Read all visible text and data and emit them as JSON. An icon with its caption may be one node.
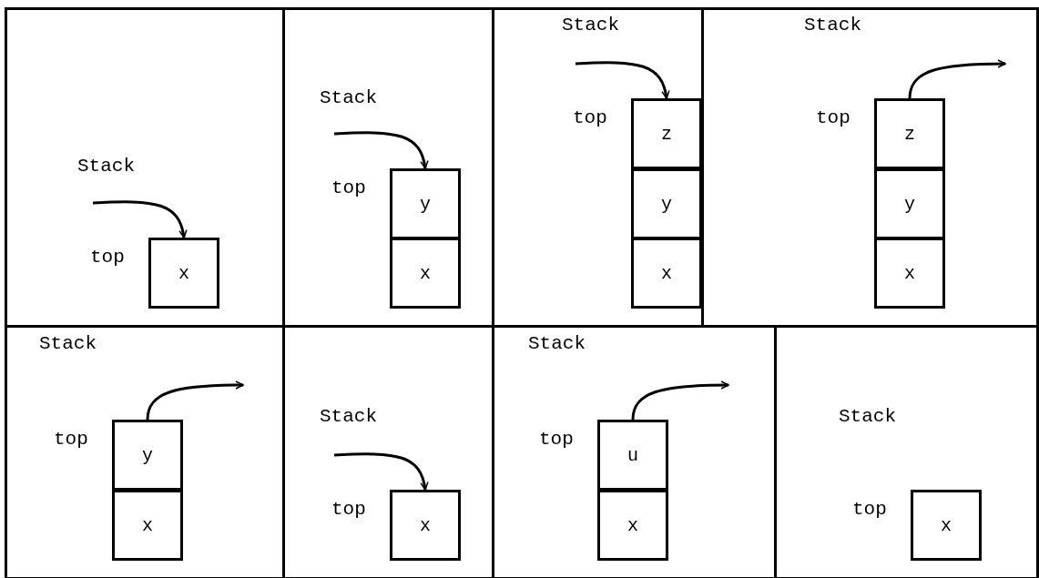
{
  "diagram": {
    "nodes": [
      {
        "text": [
          "Stack"
        ]
      },
      {
        "text": [
          "x"
        ],
        "in": 0,
        "beside": [
          "top"
        ]
      },
      {
        "text": [
          "Stack"
        ]
      },
      {
        "text": [
          "y"
        ],
        "in": 2,
        "beside": [
          "top"
        ]
      },
      {
        "text": [
          "x"
        ],
        "in": 2
      },
      {
        "text": [
          "Stack"
        ]
      },
      {
        "text": [
          "z"
        ],
        "in": 5,
        "beside": [
          "top"
        ]
      },
      {
        "text": [
          "y"
        ],
        "in": 5
      },
      {
        "text": [
          "x"
        ],
        "in": 5
      },
      {
        "text": [
          "Stack"
        ]
      },
      {
        "text": [
          "z"
        ],
        "in": 9,
        "beside": [
          "top"
        ]
      },
      {
        "text": [
          "y"
        ],
        "in": 9
      },
      {
        "text": [
          "x"
        ],
        "in": 9
      },
      {
        "text": [
          "Stack"
        ]
      },
      {
        "text": [
          "y"
        ],
        "in": 13,
        "beside": [
          "top"
        ]
      },
      {
        "text": [
          "x"
        ],
        "in": 13
      },
      {
        "text": [
          "Stack"
        ]
      },
      {
        "text": [
          "x"
        ],
        "in": 16,
        "beside": [
          "top"
        ]
      },
      {
        "text": [
          "Stack"
        ]
      },
      {
        "text": [
          "u"
        ],
        "in": 18,
        "beside": [
          "top"
        ]
      },
      {
        "text": [
          "x"
        ],
        "in": 18
      },
      {
        "text": [
          "Stack"
        ]
      },
      {
        "text": [
          "x"
        ],
        "in": 21,
        "beside": [
          "top"
        ]
      }
    ],
    "edges": [
      {
        "from": null,
        "to": 1,
        "arrow": "to"
      },
      {
        "from": null,
        "to": 3,
        "arrow": "to"
      },
      {
        "from": null,
        "to": 6,
        "arrow": "to"
      },
      {
        "from": 10,
        "to": null,
        "arrow": "to"
      },
      {
        "from": 14,
        "to": null,
        "arrow": "to"
      },
      {
        "from": null,
        "to": 17,
        "arrow": "to"
      },
      {
        "from": 19,
        "to": null,
        "arrow": "to"
      }
    ]
  }
}
